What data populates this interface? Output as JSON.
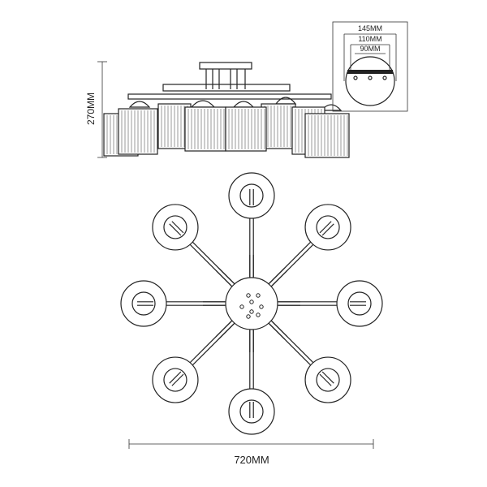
{
  "dimensions": {
    "height_label": "270MM",
    "width_label": "720MM",
    "detail_outer": "145MM",
    "detail_middle": "110MM",
    "detail_inner": "90MM"
  },
  "top_view": {
    "arm_count": 8
  },
  "colors": {
    "line": "#222222",
    "background": "#ffffff"
  }
}
